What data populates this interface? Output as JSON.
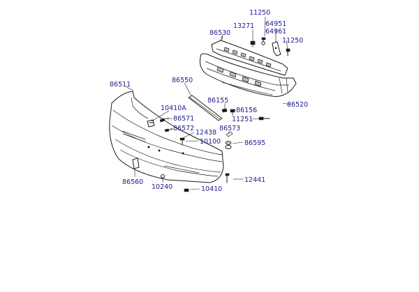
{
  "labels": {
    "p11250a": "11250",
    "p13271": "13271",
    "p64951": "64951",
    "p64961": "64961",
    "p11250b": "11250",
    "p86530": "86530",
    "p86550": "86550",
    "p86511": "86511",
    "p86155": "86155",
    "p86156": "86156",
    "p86520": "86520",
    "p10410A": "10410A",
    "p86571": "86571",
    "p86572": "86572",
    "p12438": "12438",
    "p86573": "86573",
    "p11251": "11251",
    "p10100": "10100",
    "p86595": "86595",
    "p86560": "86560",
    "p12441": "12441",
    "p10240": "10240",
    "p10410": "10410"
  },
  "colors": {
    "label": "#1a1a8c",
    "line": "#1a1a1a",
    "background": "#ffffff"
  }
}
